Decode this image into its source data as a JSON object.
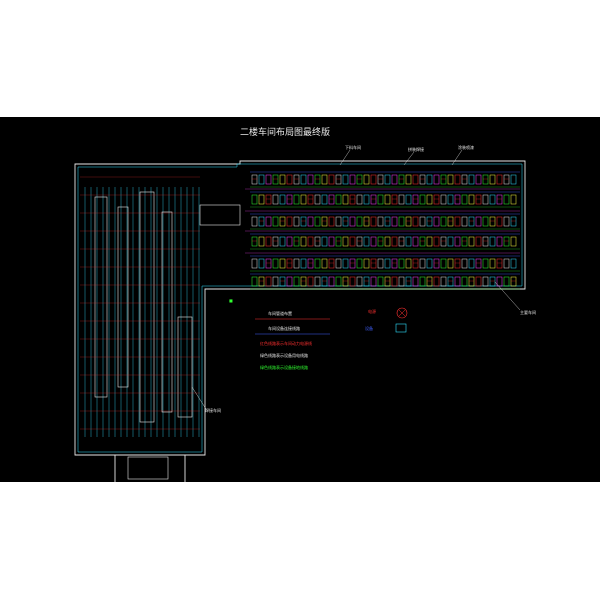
{
  "drawing": {
    "title": "二楼车间布局图最终版",
    "area_labels": {
      "upper_left": "下料车间",
      "upper_mid": "拼装焊接",
      "upper_right": "涂装喷漆",
      "left_wing": "焊接车间",
      "right_bottom": "主要车间"
    },
    "legend": {
      "line1": "车间管道布置",
      "line2": "车间设备连接线路",
      "note_red": "红色线路表示车间动力电源线",
      "note_white": "绿色线路表示设备用电线路",
      "note_green": "绿色线路表示设备接地线路"
    },
    "symbols": {
      "red_mark": "电源",
      "blue_mark": "设备"
    },
    "colors": {
      "background": "#000000",
      "wall": "#e8e8e8",
      "red": "#ff3030",
      "green": "#30ff30",
      "cyan": "#30e0ff",
      "blue": "#4060ff",
      "magenta": "#ff40ff",
      "yellow": "#ffff40"
    }
  }
}
